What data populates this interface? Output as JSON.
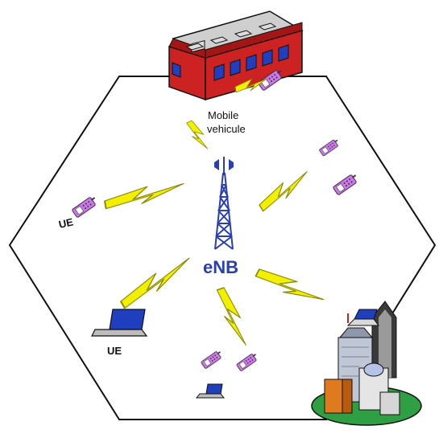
{
  "labels": {
    "enb": "eNB",
    "mobile_vehicle_line1": "Mobile",
    "mobile_vehicle_line2": "vehicule",
    "ue_phone": "UE",
    "ue_laptop": "UE"
  },
  "icons": [
    "cell-tower-icon",
    "bus-icon",
    "mobile-phone-icon",
    "laptop-icon",
    "lightning-icon",
    "office-buildings-icon"
  ],
  "colors": {
    "cell_outline": "#111111",
    "tower": "#2a3fb0",
    "lightning": "#f2f000",
    "phone": "#c87be0",
    "bus_body": "#cc2222",
    "laptop_screen": "#1f3fbf",
    "ground": "#2ea043"
  }
}
